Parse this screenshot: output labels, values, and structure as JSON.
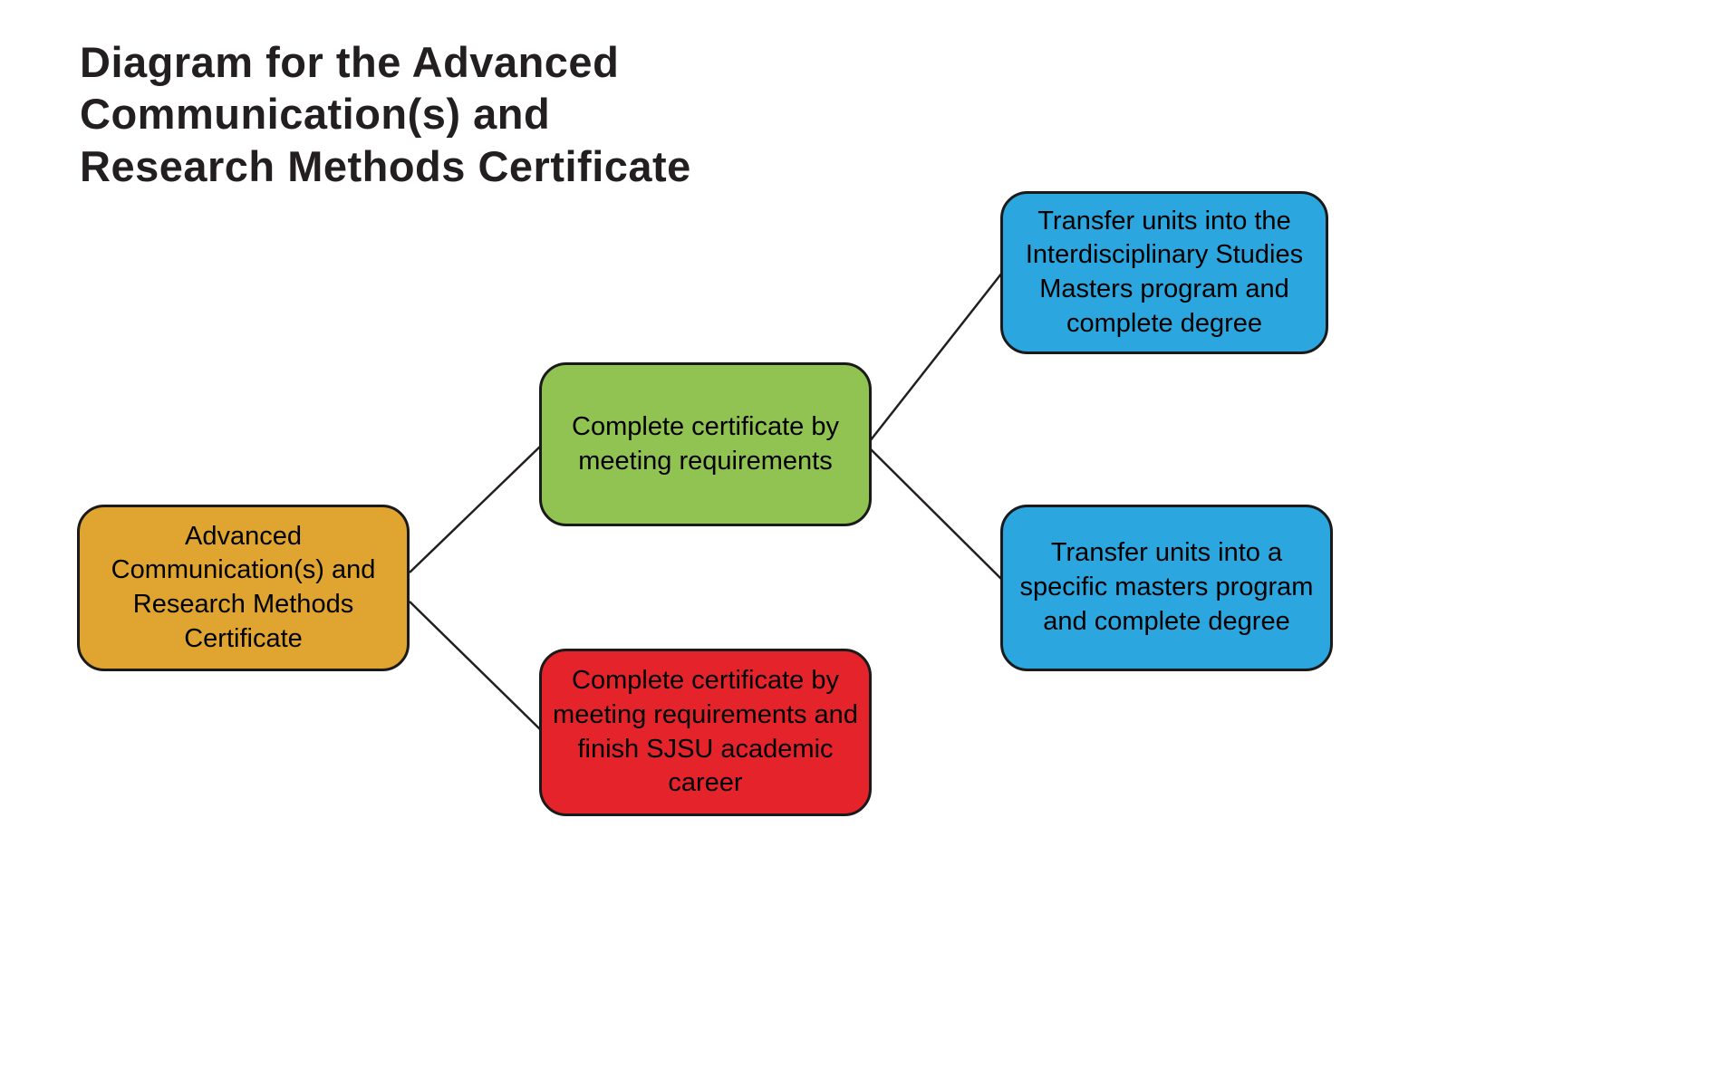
{
  "title": "Diagram for the Advanced\nCommunication(s) and\nResearch Methods Certificate",
  "colors": {
    "background": "#FFFFFF",
    "title_text": "#231F20",
    "node_border": "#1A1A1A",
    "connector_line": "#231F20",
    "node_text": "#000000",
    "certificate_orange": "#E0A430",
    "complete_green": "#90C351",
    "finish_red": "#E4232B",
    "transfer_blue": "#2BA6DE"
  },
  "nodes": {
    "certificate": {
      "label": "Advanced Communication(s) and Research Methods Certificate",
      "color": "#E0A430"
    },
    "complete": {
      "label": "Complete certificate by meeting requirements",
      "color": "#90C351"
    },
    "finish": {
      "label": "Complete certificate by meeting requirements and finish SJSU academic career",
      "color": "#E4232B"
    },
    "transfer_ims": {
      "label": "Transfer units into the Interdisciplinary Studies Masters program and complete degree",
      "color": "#2BA6DE"
    },
    "transfer_specific": {
      "label": "Transfer units into a specific masters program and complete degree",
      "color": "#2BA6DE"
    }
  },
  "edges": [
    {
      "from": "certificate",
      "to": "complete"
    },
    {
      "from": "certificate",
      "to": "finish"
    },
    {
      "from": "complete",
      "to": "transfer_ims"
    },
    {
      "from": "complete",
      "to": "transfer_specific"
    }
  ]
}
